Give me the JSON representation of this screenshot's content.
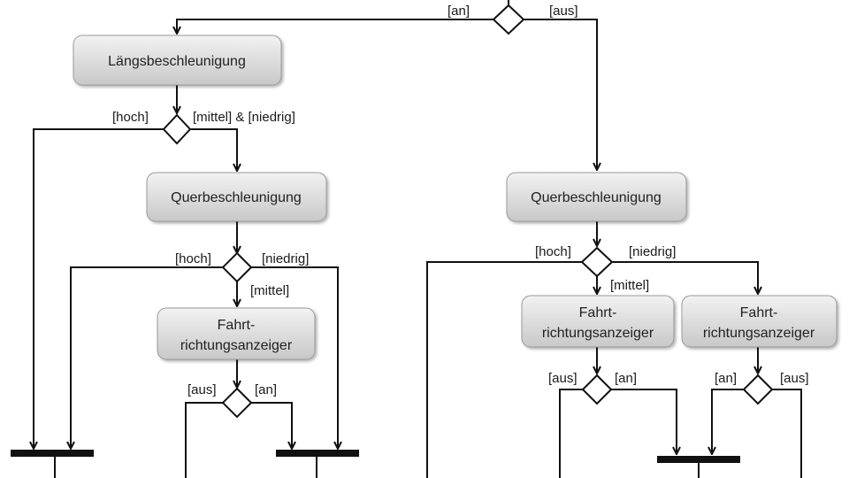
{
  "activities": {
    "a1": "Längsbeschleunigung",
    "a2": "Querbeschleunigung",
    "a3_l1": "Fahrt-",
    "a3_l2": "richtungsanzeiger",
    "a4": "Querbeschleunigung",
    "a5_l1": "Fahrt-",
    "a5_l2": "richtungsanzeiger",
    "a6_l1": "Fahrt-",
    "a6_l2": "richtungsanzeiger"
  },
  "guards": {
    "top_an": "[an]",
    "top_aus": "[aus]",
    "d1_hoch": "[hoch]",
    "d1_mittel_niedrig": "[mittel] & [niedrig]",
    "d2_hoch": "[hoch]",
    "d2_niedrig": "[niedrig]",
    "d2_mittel": "[mittel]",
    "d3_aus": "[aus]",
    "d3_an": "[an]",
    "d4_hoch": "[hoch]",
    "d4_niedrig": "[niedrig]",
    "d4_mittel": "[mittel]",
    "d5_aus": "[aus]",
    "d5_an": "[an]",
    "d6_an": "[an]",
    "d6_aus": "[aus]"
  },
  "colors": {
    "box_top": "#f2f2f2",
    "box_bottom": "#c8c8c8",
    "line": "#111111"
  }
}
